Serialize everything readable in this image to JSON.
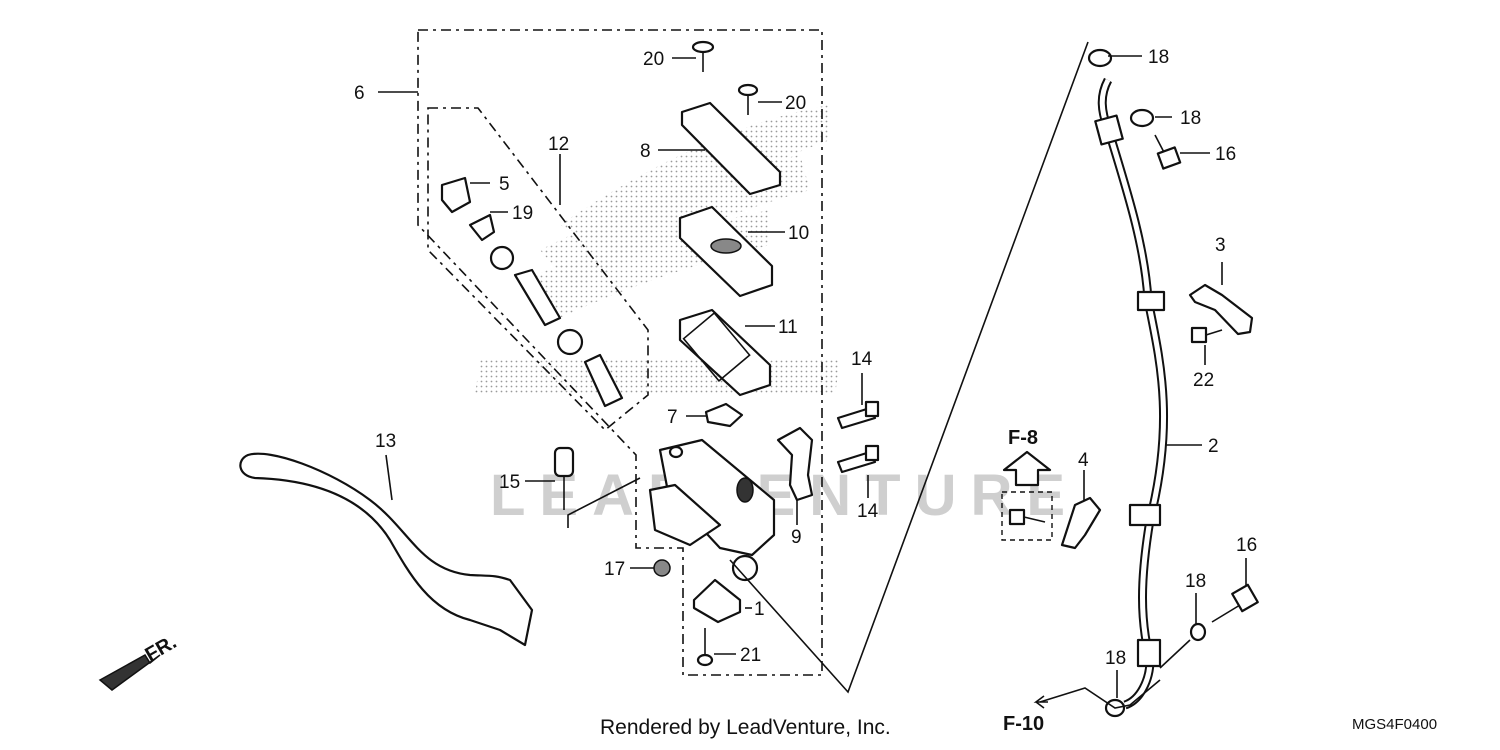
{
  "callouts": {
    "c1": "1",
    "c2": "2",
    "c3": "3",
    "c4": "4",
    "c5": "5",
    "c6": "6",
    "c7": "7",
    "c8": "8",
    "c9": "9",
    "c10": "10",
    "c11": "11",
    "c12": "12",
    "c13": "13",
    "c14a": "14",
    "c14b": "14",
    "c15": "15",
    "c16a": "16",
    "c16b": "16",
    "c17": "17",
    "c18a": "18",
    "c18b": "18",
    "c18c": "18",
    "c18d": "18",
    "c19": "19",
    "c20a": "20",
    "c20b": "20",
    "c21": "21",
    "c22": "22"
  },
  "refs": {
    "f8": "F-8",
    "f10": "F-10",
    "fr": "FR."
  },
  "watermark": "LEADVENTURE",
  "footer": {
    "rendered_by": "Rendered by LeadVenture, Inc.",
    "diagram_code": "MGS4F0400"
  }
}
